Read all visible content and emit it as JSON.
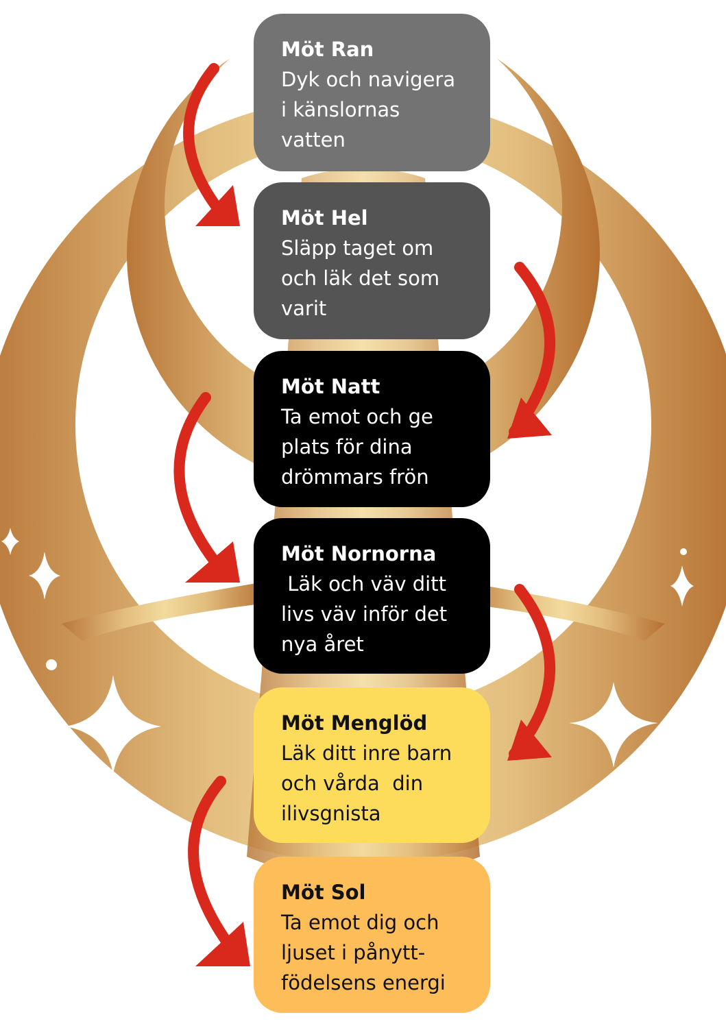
{
  "colors": {
    "box1": "#737373",
    "box2": "#545454",
    "box3": "#000000",
    "box4": "#000000",
    "box5": "#FDDC5C",
    "box6": "#FDBD59",
    "arrow": "#D9291C",
    "gold_light": "#EFD89A",
    "gold_dark": "#B9783A"
  },
  "steps": [
    {
      "title": "Möt Ran",
      "lines": [
        "Dyk och navigera",
        "i känslornas",
        "vatten"
      ]
    },
    {
      "title": "Möt Hel",
      "lines": [
        "Släpp taget om",
        "och läk det som",
        "varit"
      ]
    },
    {
      "title": "Möt Natt",
      "lines": [
        "Ta emot och ge",
        "plats för dina",
        "drömmars frön"
      ]
    },
    {
      "title": "Möt Nornorna",
      "lines": [
        " Läk och väv ditt",
        "livs väv inför det",
        "nya året"
      ]
    },
    {
      "title": "Möt Menglöd",
      "lines": [
        "Läk ditt inre barn",
        "och vårda  din",
        "ilivsgnista"
      ]
    },
    {
      "title": "Möt Sol",
      "lines": [
        "Ta emot dig och",
        "ljuset i pånytt-",
        "födelsens energi"
      ]
    }
  ]
}
